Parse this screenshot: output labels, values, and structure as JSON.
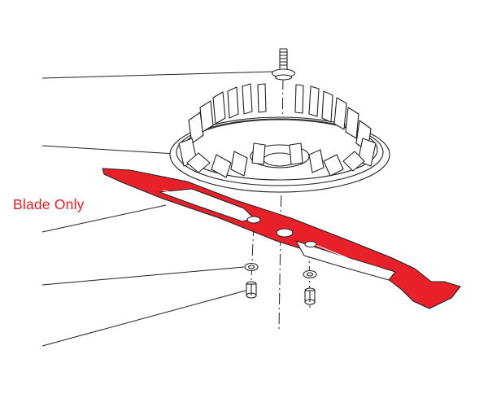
{
  "caption": {
    "text": "Blade Only"
  },
  "parts": [
    {
      "name": "bolt",
      "icon": "bolt-icon"
    },
    {
      "name": "fan",
      "icon": "fan-icon"
    },
    {
      "name": "blade",
      "icon": "blade-icon"
    },
    {
      "name": "lock-washer",
      "icon": "washer-icon"
    },
    {
      "name": "nut",
      "icon": "nut-icon"
    }
  ],
  "colors": {
    "blade": "#e8202a",
    "caption": "#e31b23",
    "line": "#222222",
    "background": "#ffffff"
  }
}
